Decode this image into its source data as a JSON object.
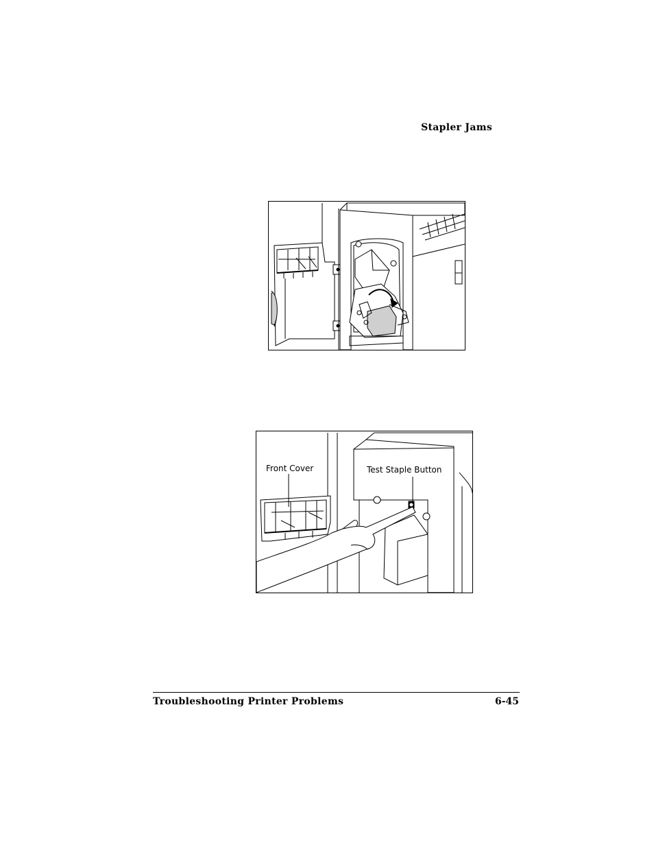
{
  "header": {
    "section_title": "Stapler Jams"
  },
  "figures": [
    {
      "callouts": []
    },
    {
      "callouts": [
        {
          "label": "Front Cover"
        },
        {
          "label": "Test Staple Button"
        }
      ]
    }
  ],
  "footer": {
    "chapter_title": "Troubleshooting Printer Problems",
    "page_number": "6-45"
  }
}
